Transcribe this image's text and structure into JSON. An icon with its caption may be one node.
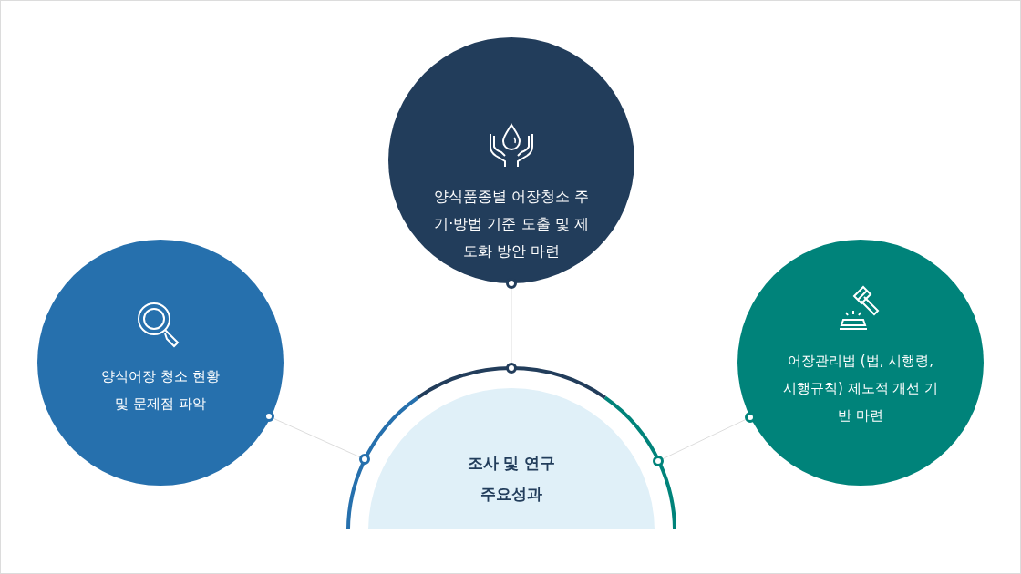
{
  "diagram": {
    "nodes": [
      {
        "text": [
          "양식품종별 어장청소 주기·방법 기준 도출 및 제도화 방안 마련"
        ]
      },
      {
        "text": [
          "양식어장 청소 현황 및 문제점 파악"
        ]
      },
      {
        "text": [
          "어장관리법 (법, 시행령, 시행규칙) 제도적 개선 기반 마련"
        ]
      },
      {
        "text": [
          "조사 및 연구 주요성과"
        ]
      }
    ],
    "edges": [
      {
        "from": 0,
        "to": 3,
        "arrow": "other"
      },
      {
        "from": 1,
        "to": 3,
        "arrow": "other"
      },
      {
        "from": 2,
        "to": 3,
        "arrow": "other"
      }
    ]
  }
}
